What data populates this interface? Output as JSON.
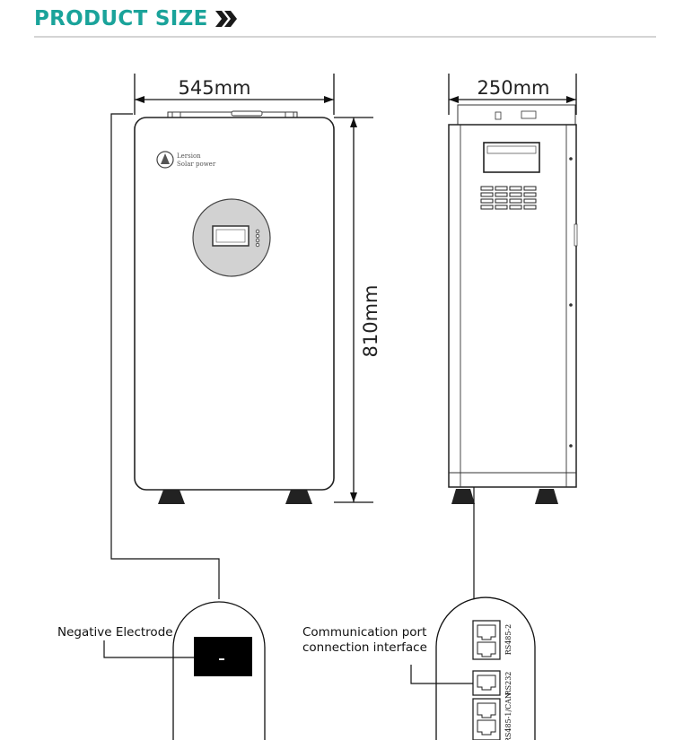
{
  "header": {
    "title": "PRODUCT SIZE",
    "chevron_icon": "double-chevron-right-icon",
    "accent_color": "#1aa39a"
  },
  "dimensions": {
    "width": "545mm",
    "depth": "250mm",
    "height": "810mm"
  },
  "front_view": {
    "brand_name": "Lersion",
    "brand_tagline": "Solar power"
  },
  "callouts": {
    "negative_electrode": "Negative Electrode",
    "negative_symbol": "–",
    "communication_line1": "Communication port",
    "communication_line2": "connection interface"
  },
  "ports": {
    "port1": "RS485-2",
    "port2": "RS232",
    "port3": "RS485-1/CAN"
  }
}
